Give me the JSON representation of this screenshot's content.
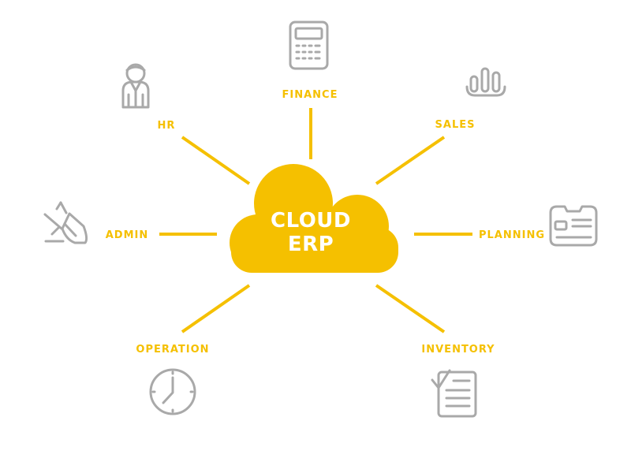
{
  "colors": {
    "accent": "#f5c000",
    "icon": "#a9a9a9",
    "center_text": "#ffffff",
    "background": "#ffffff"
  },
  "center": {
    "line1": "CLOUD",
    "line2": "ERP"
  },
  "modules": [
    {
      "label": "FINANCE",
      "icon": "calculator-icon"
    },
    {
      "label": "SALES",
      "icon": "bar-chart-icon"
    },
    {
      "label": "PLANNING",
      "icon": "id-card-icon"
    },
    {
      "label": "INVENTORY",
      "icon": "checklist-icon"
    },
    {
      "label": "OPERATION",
      "icon": "clock-icon"
    },
    {
      "label": "ADMIN",
      "icon": "pen-icon"
    },
    {
      "label": "HR",
      "icon": "person-icon"
    }
  ]
}
